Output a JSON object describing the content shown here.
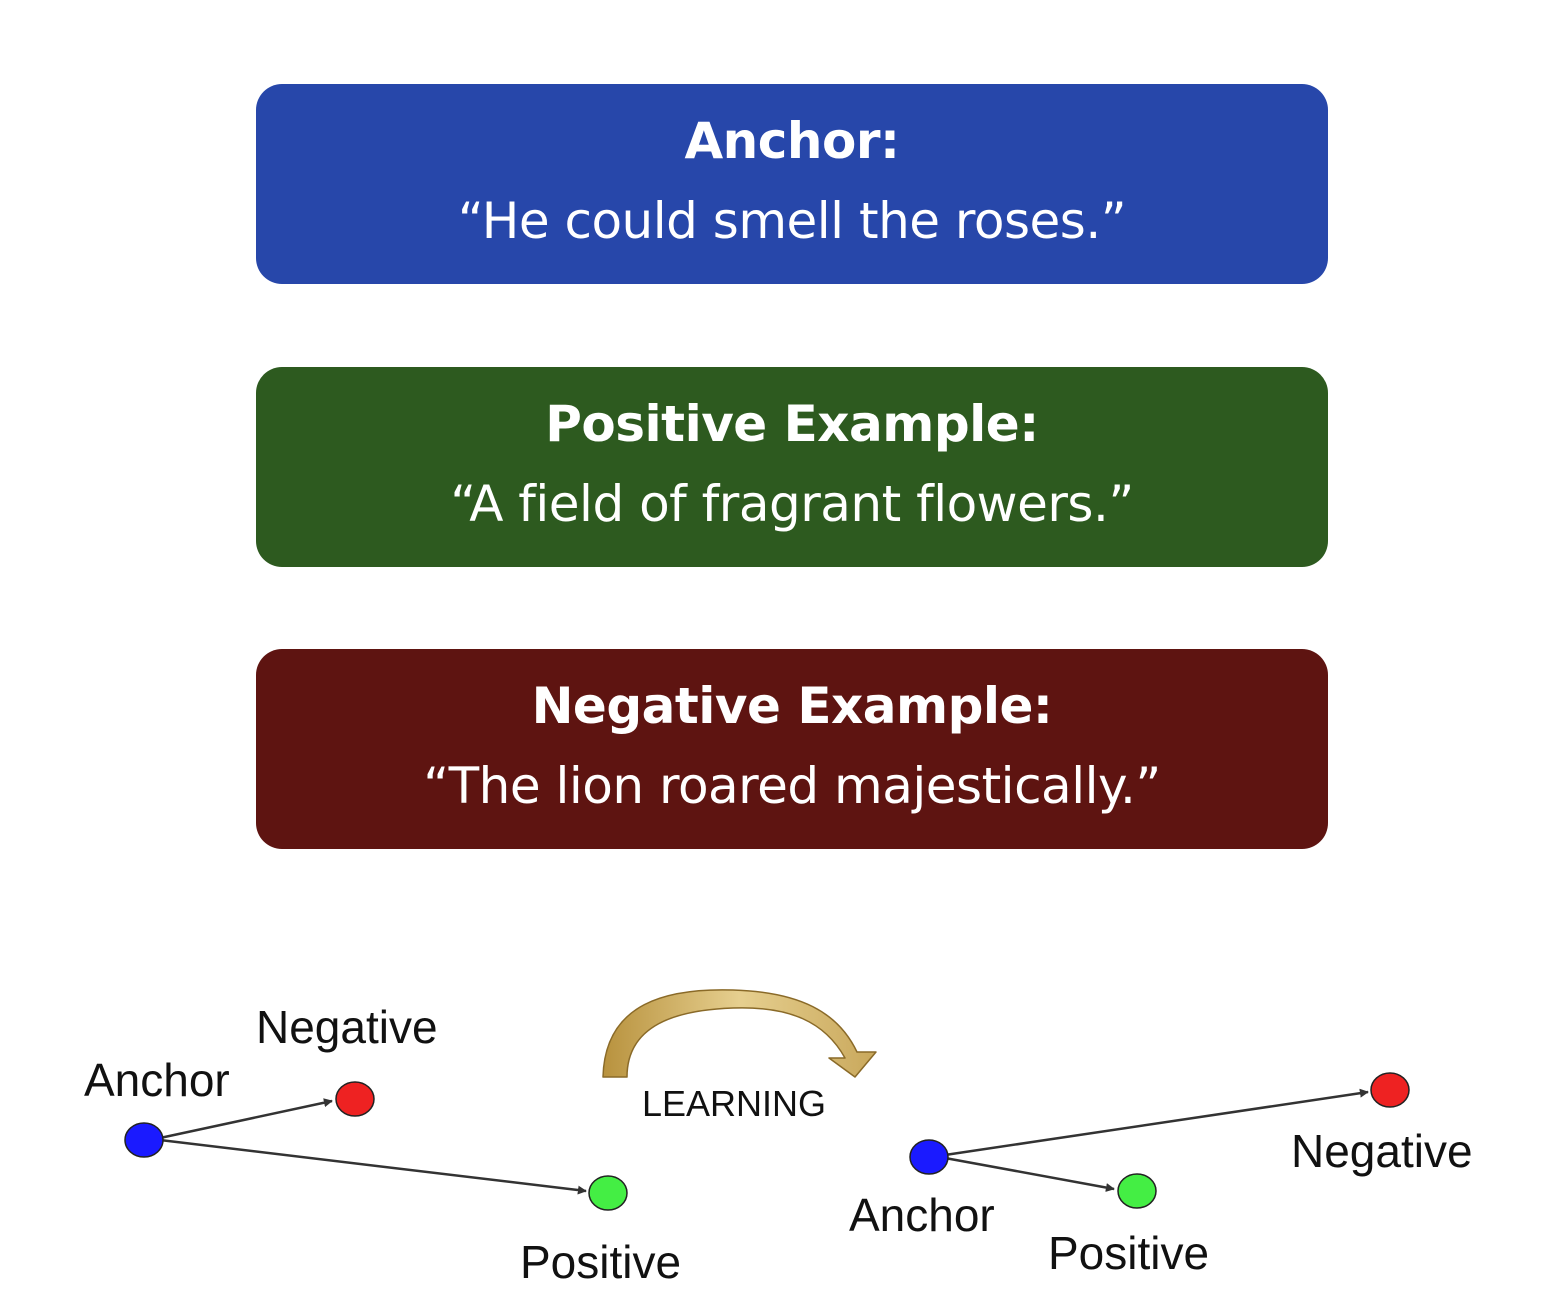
{
  "cards": {
    "anchor": {
      "title": "Anchor:",
      "quote": "“He could smell the roses.”",
      "color": "#2747aa"
    },
    "positive": {
      "title": "Positive Example:",
      "quote": "“A field of fragrant flowers.”",
      "color": "#2d5a1f"
    },
    "negative": {
      "title": "Negative Example:",
      "quote": "“The lion roared majestically.”",
      "color": "#5e1411"
    }
  },
  "diagram": {
    "before": {
      "anchor_label": "Anchor",
      "positive_label": "Positive",
      "negative_label": "Negative"
    },
    "learning_label": "LEARNING",
    "after": {
      "anchor_label": "Anchor",
      "positive_label": "Positive",
      "negative_label": "Negative"
    },
    "colors": {
      "anchor": "#1a1aff",
      "positive": "#44ee44",
      "negative": "#ee2222",
      "arrow": "#c9a85c"
    }
  }
}
